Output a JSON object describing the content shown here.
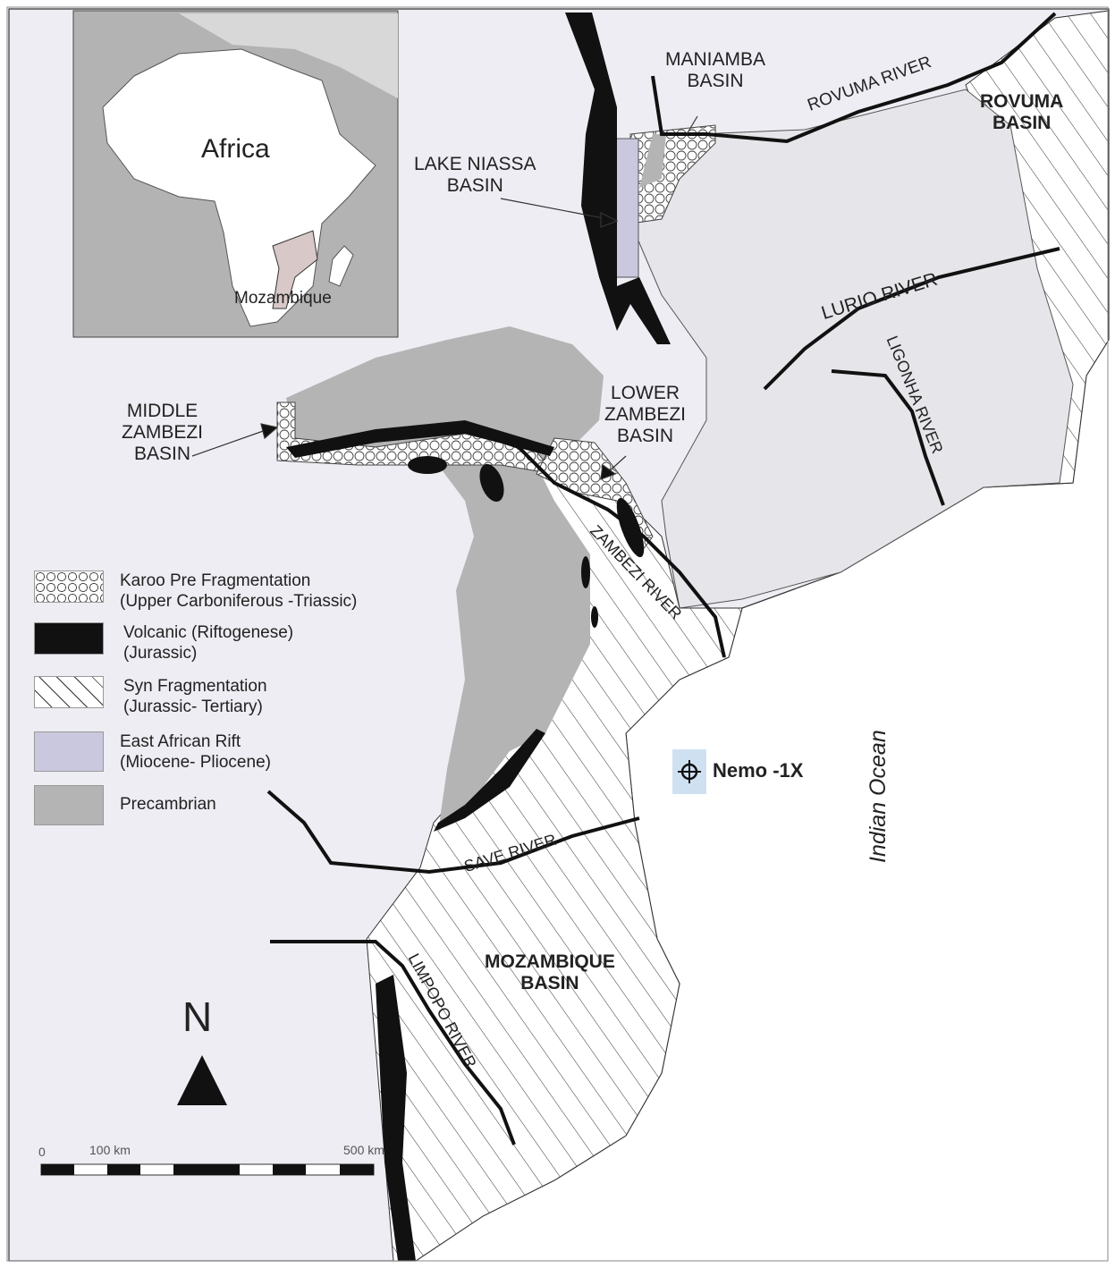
{
  "inset": {
    "continent_label": "Africa",
    "country_label": "Mozambique"
  },
  "basins": {
    "maniamba": "MANIAMBA\nBASIN",
    "rovuma": "ROVUMA\nBASIN",
    "lake_niassa": "LAKE NIASSA\nBASIN",
    "middle_zambezi": "MIDDLE\nZAMBEZI\nBASIN",
    "lower_zambezi": "LOWER\nZAMBEZI\nBASIN",
    "mozambique": "MOZAMBIQUE\nBASIN"
  },
  "rivers": {
    "rovuma": "ROVUMA RIVER",
    "lurio": "LURIO RIVER",
    "ligonha": "LIGONHA RIVER",
    "zambezi": "ZAMBEZI RIVER",
    "save": "SAVE RIVER",
    "limpopo": "LIMPOPO RIVER"
  },
  "ocean_label": "Indian  Ocean",
  "well_label": "Nemo -1X",
  "legend": [
    {
      "line1": "Karoo Pre Fragmentation",
      "line2": "(Upper Carboniferous -Triassic)"
    },
    {
      "line1": "Volcanic (Riftogenese)",
      "line2": "(Jurassic)"
    },
    {
      "line1": "Syn Fragmentation",
      "line2": "(Jurassic- Tertiary)"
    },
    {
      "line1": "East African Rift",
      "line2": "(Miocene- Pliocene)"
    },
    {
      "line1": "Precambrian",
      "line2": ""
    }
  ],
  "north_label": "N",
  "scale": {
    "zero": "0",
    "mid": "100 km",
    "end": "500 km"
  },
  "colors": {
    "land": "#ededf3",
    "precambrian": "#b4b4b4",
    "rift": "#c9c8de",
    "ocean": "#ffffff"
  }
}
